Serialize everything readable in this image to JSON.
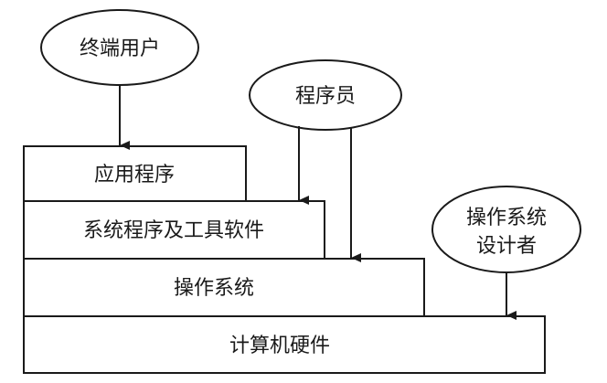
{
  "users": {
    "end_user": "终端用户",
    "programmer": "程序员",
    "os_designer_line1": "操作系统",
    "os_designer_line2": "设计者"
  },
  "layers": {
    "applications": "应用程序",
    "system_software": "系统程序及工具软件",
    "operating_system": "操作系统",
    "hardware": "计算机硬件"
  }
}
